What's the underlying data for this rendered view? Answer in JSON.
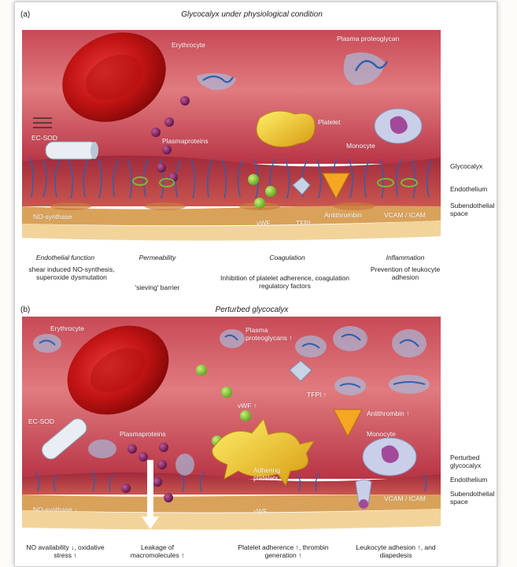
{
  "panel_a": {
    "letter": "(a)",
    "title": "Glycocalyx under physiological condition",
    "labels": {
      "erythrocyte": "Erythrocyte",
      "plasma_proteoglycan": "Plasma proteoglycan",
      "ec_sod": "EC-SOD",
      "plasmaproteins": "Plasmaproteins",
      "platelet": "Platelet",
      "monocyte": "Monocyte",
      "no_synthase": "NO-synthase",
      "vwf": "vWF",
      "tfpi": "TFPI",
      "antithrombin": "Antithrombin",
      "vcam_icam": "VCAM / ICAM"
    },
    "side": {
      "glycocalyx": "Glycocalyx",
      "endothelium": "Endothelium",
      "subendothelial": "Subendothelial space"
    },
    "functions": [
      {
        "category": "Endothelial function",
        "text": "shear induced NO-synthesis, superoxide dysmutation"
      },
      {
        "category": "Permeability",
        "text": "'sieving' barrier"
      },
      {
        "category": "Coagulation",
        "text": "Inhibition of platelet adherence, coagulation regulatory factors"
      },
      {
        "category": "Inflammation",
        "text": "Prevention of leukocyte adhesion"
      }
    ]
  },
  "panel_b": {
    "letter": "(b)",
    "title": "Perturbed glycocalyx",
    "labels": {
      "erythrocyte": "Erythrocyte",
      "plasma_proteoglycans": "Plasma proteoglycans ↑",
      "tfpi": "TFPI ↑",
      "vwf_top": "vWF ↑",
      "antithrombin": "Antithrombin ↑",
      "ec_sod": "EC-SOD",
      "plasmaproteins": "Plasmaproteins",
      "monocyte": "Monocyte",
      "adhering_platelets": "Adhering platelets",
      "vcam_icam": "VCAM / ICAM",
      "no_synthase": "NO-synthase ↓",
      "vwf_bottom": "vWF"
    },
    "side": {
      "perturbed_glycocalyx": "Perturbed glycocalyx",
      "endothelium": "Endothelium",
      "subendothelial": "Subendothelial space"
    },
    "consequences": [
      "NO availability ↓, oxidative stress ↑",
      "Leakage of macromolecules ↑",
      "Platelet adherence ↑, thrombin generation ↑",
      "Leukocyte adhesion ↑, and diapedesis"
    ]
  }
}
